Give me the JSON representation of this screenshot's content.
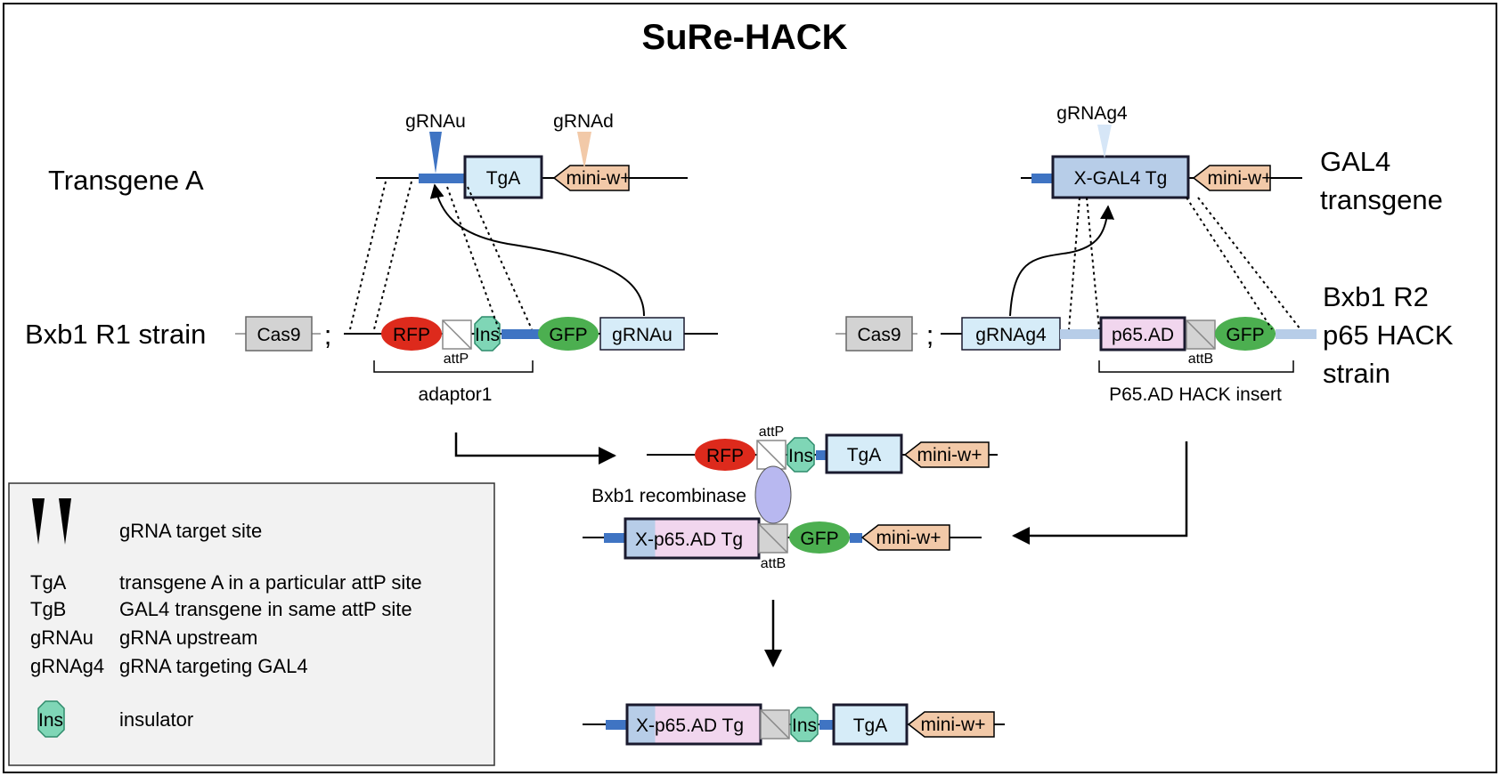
{
  "title": "SuRe-HACK",
  "left": {
    "transgene_label": "Transgene A",
    "grna_u_label": "gRNAu",
    "grna_d_label": "gRNAd",
    "tga": "TgA",
    "miniw": "mini-w+",
    "strain_label": "Bxb1 R1 strain",
    "cas9": "Cas9",
    "semicolon": ";",
    "rfp": "RFP",
    "ins": "Ins",
    "attp": "attP",
    "gfp": "GFP",
    "grnau_box": "gRNAu",
    "bracket_label": "adaptor1"
  },
  "right": {
    "grna_g4_label": "gRNAg4",
    "xgal4": "X-GAL4 Tg",
    "miniw": "mini-w+",
    "gal4_line1": "GAL4",
    "gal4_line2": "transgene",
    "cas9": "Cas9",
    "semicolon": ";",
    "grnag4_box": "gRNAg4",
    "p65ad": "p65.AD",
    "gfp": "GFP",
    "attb": "attB",
    "bracket_label": "P65.AD HACK insert",
    "strain_line1": "Bxb1 R2",
    "strain_line2": "p65 HACK",
    "strain_line3": "strain"
  },
  "middle": {
    "rfp": "RFP",
    "attp": "attP",
    "ins": "Ins",
    "tga": "TgA",
    "miniw": "mini-w+",
    "recombinase_label": "Bxb1 recombinase",
    "x_prefix": "X-",
    "p65_tg": "p65.AD Tg",
    "gfp": "GFP",
    "miniw2": "mini-w+",
    "attb": "attB"
  },
  "bottom": {
    "x_prefix": "X-",
    "p65_tg": "p65.AD Tg",
    "ins": "Ins",
    "tga": "TgA",
    "miniw": "mini-w+"
  },
  "legend": {
    "items": [
      {
        "key": "",
        "desc": "gRNA target site"
      },
      {
        "key": "TgA",
        "desc": "transgene A in a particular attP site"
      },
      {
        "key": "TgB",
        "desc": "GAL4 transgene in same attP site"
      },
      {
        "key": "gRNAu",
        "desc": "gRNA upstream"
      },
      {
        "key": "gRNAg4",
        "desc": "gRNA targeting GAL4"
      },
      {
        "key": "Ins",
        "desc": "insulator"
      }
    ]
  },
  "colors": {
    "blue": "#3f74c3",
    "light_blue": "#b7cde8",
    "pale_blue": "#d6ecf8",
    "peach": "#f2c9a8",
    "red": "#dd2a1c",
    "green": "#4caf50",
    "teal": "#7fd6b6",
    "pink": "#f1d6ee",
    "gray": "#d3d3d3",
    "lavender": "#b8b8f0",
    "legend_bg": "#f2f2f2"
  }
}
